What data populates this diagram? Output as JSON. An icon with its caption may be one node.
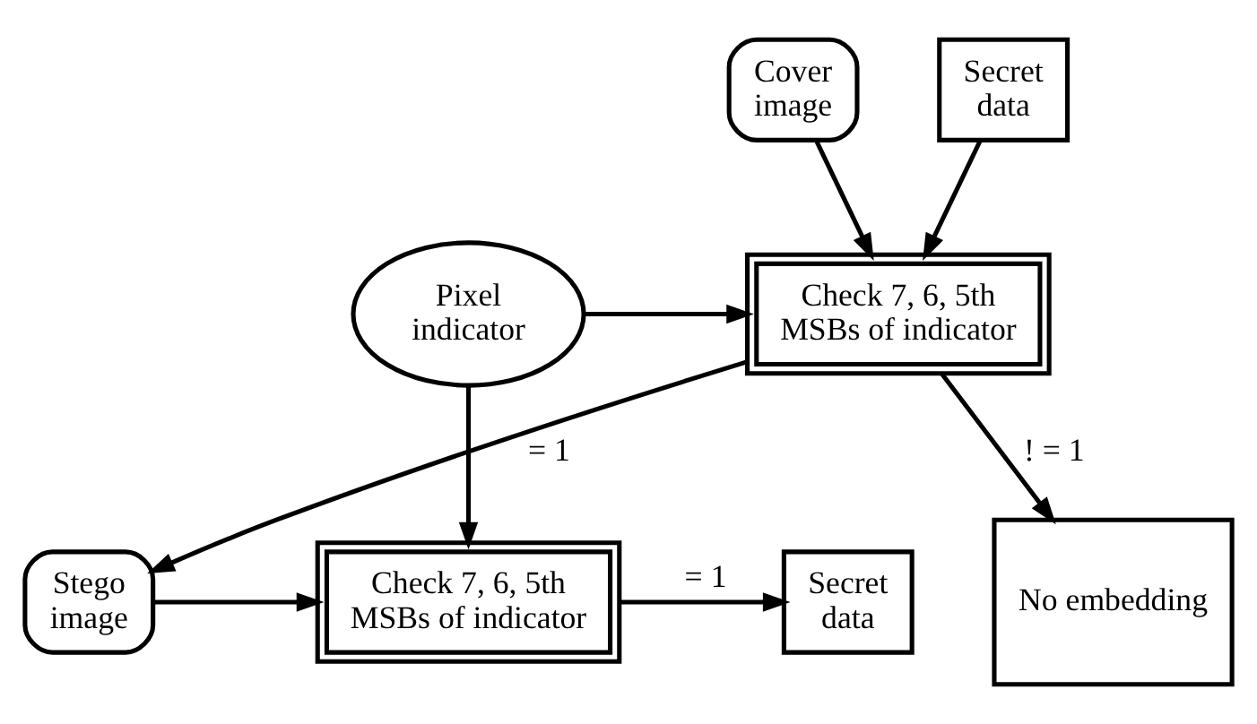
{
  "diagram": {
    "nodes": [
      {
        "text": [
          "Cover image"
        ]
      },
      {
        "text": [
          "Secret data"
        ]
      },
      {
        "text": [
          "Check 7, 6, 5th MSBs of indicator"
        ]
      },
      {
        "text": [
          "Pixel indicator"
        ]
      },
      {
        "text": [
          "No embedding"
        ]
      },
      {
        "text": [
          "Stego image"
        ]
      },
      {
        "text": [
          "Check 7, 6, 5th MSBs of indicator"
        ]
      },
      {
        "text": [
          "Secret data"
        ]
      }
    ],
    "edges": [
      {
        "from": 0,
        "to": 2,
        "arrow": "to"
      },
      {
        "from": 1,
        "to": 2,
        "arrow": "to"
      },
      {
        "from": 3,
        "to": 2,
        "arrow": "to"
      },
      {
        "from": 2,
        "to": 4,
        "arrow": "to",
        "label": "! = 1"
      },
      {
        "from": 2,
        "to": 5,
        "arrow": "to",
        "label": "= 1"
      },
      {
        "from": 3,
        "to": 6,
        "arrow": "to"
      },
      {
        "from": 5,
        "to": 6,
        "arrow": "to"
      },
      {
        "from": 6,
        "to": 7,
        "arrow": "to",
        "label": "= 1"
      }
    ]
  }
}
